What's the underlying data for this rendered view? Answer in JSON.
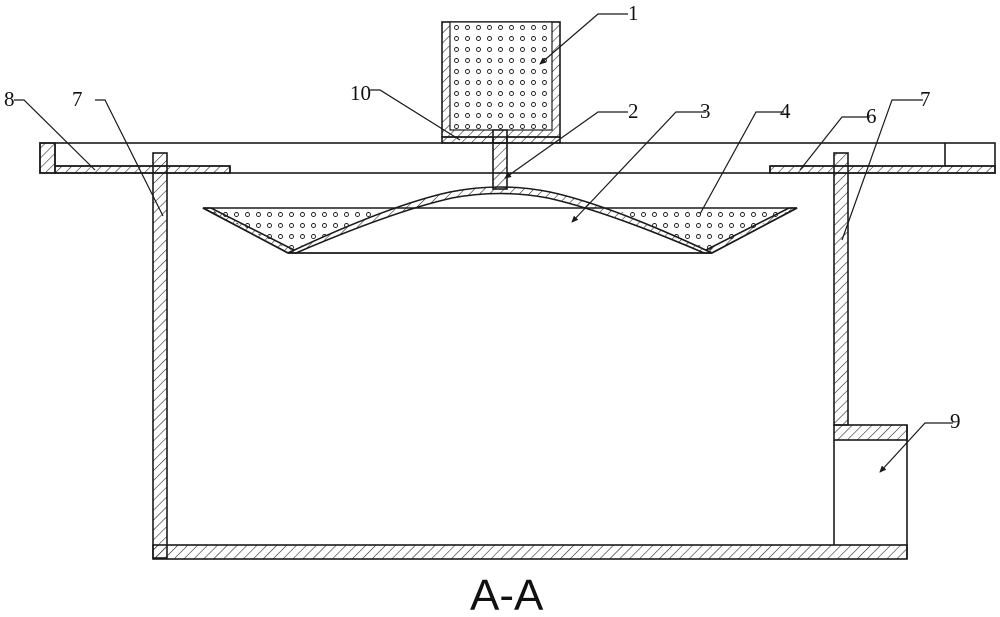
{
  "section_title": "A-A",
  "labels": [
    {
      "id": "1",
      "text": "1"
    },
    {
      "id": "2",
      "text": "2"
    },
    {
      "id": "3",
      "text": "3"
    },
    {
      "id": "4",
      "text": "4"
    },
    {
      "id": "6",
      "text": "6"
    },
    {
      "id": "7a",
      "text": "7"
    },
    {
      "id": "7b",
      "text": "7"
    },
    {
      "id": "8",
      "text": "8"
    },
    {
      "id": "9",
      "text": "9"
    },
    {
      "id": "10",
      "text": "10"
    }
  ]
}
